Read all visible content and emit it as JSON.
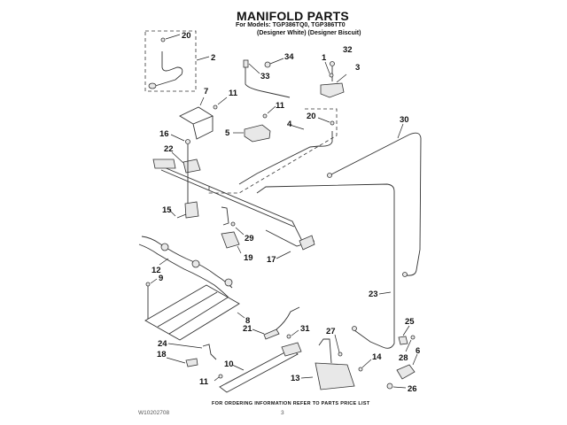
{
  "header": {
    "title": "MANIFOLD PARTS",
    "models": "For Models: TGP386TQ0, TGP386TT0",
    "variants": "(Designer White) (Designer Biscuit)"
  },
  "footer": {
    "ordering_note": "FOR ORDERING INFORMATION REFER TO PARTS PRICE LIST",
    "doc_id": "W10202708",
    "page": "3"
  },
  "callouts": [
    {
      "label": "20"
    },
    {
      "label": "2"
    },
    {
      "label": "34"
    },
    {
      "label": "33"
    },
    {
      "label": "1"
    },
    {
      "label": "32"
    },
    {
      "label": "3"
    },
    {
      "label": "7"
    },
    {
      "label": "11"
    },
    {
      "label": "11"
    },
    {
      "label": "5"
    },
    {
      "label": "20"
    },
    {
      "label": "4"
    },
    {
      "label": "30"
    },
    {
      "label": "16"
    },
    {
      "label": "22"
    },
    {
      "label": "15"
    },
    {
      "label": "29"
    },
    {
      "label": "19"
    },
    {
      "label": "17"
    },
    {
      "label": "12"
    },
    {
      "label": "9"
    },
    {
      "label": "23"
    },
    {
      "label": "8"
    },
    {
      "label": "21"
    },
    {
      "label": "31"
    },
    {
      "label": "27"
    },
    {
      "label": "25"
    },
    {
      "label": "24"
    },
    {
      "label": "18"
    },
    {
      "label": "10"
    },
    {
      "label": "14"
    },
    {
      "label": "28"
    },
    {
      "label": "6"
    },
    {
      "label": "11"
    },
    {
      "label": "13"
    },
    {
      "label": "26"
    }
  ]
}
